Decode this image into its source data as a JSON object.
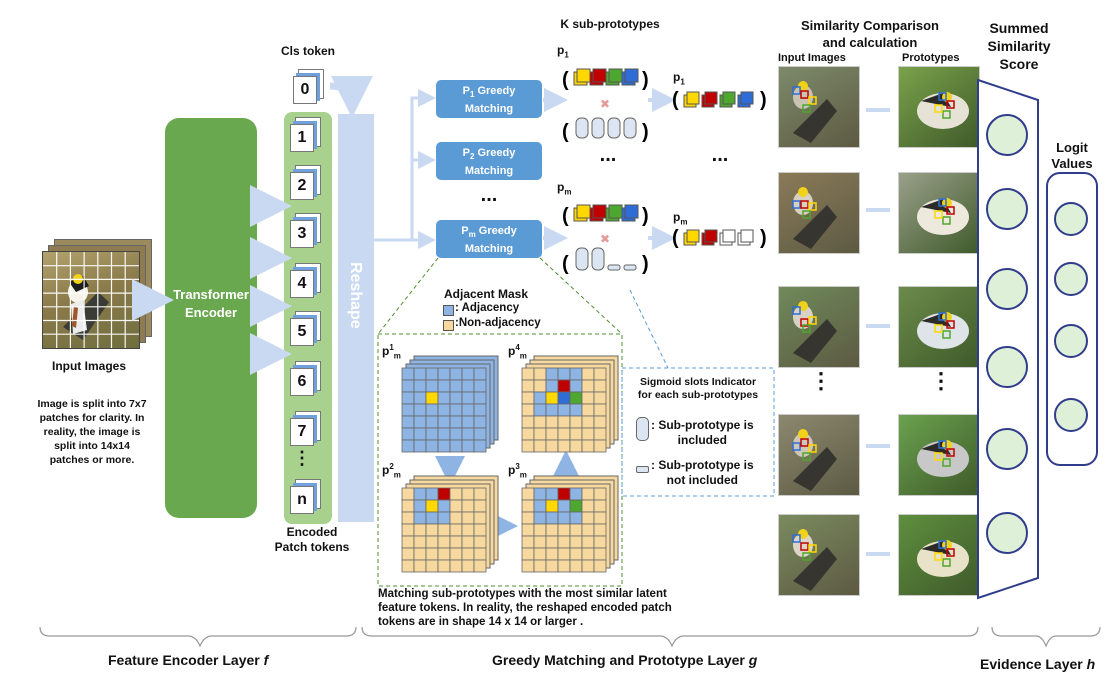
{
  "colors": {
    "encoder_green": "#6aa84f",
    "token_panel_green": "#a9d18e",
    "reshape_blue": "#c9d9f2",
    "greedy_blue": "#5b9bd5",
    "adjacency_blue": "#8eb4e3",
    "non_adjacency_tan": "#f7d9a0",
    "yellow": "#ffd800",
    "red": "#c00000",
    "green": "#4ea72e",
    "blue": "#2e6dd8",
    "ellipse_fill": "#dff0d8",
    "evidence_border": "#2f3d8c"
  },
  "input": {
    "label": "Input Images",
    "caption": [
      "Image is split into 7x7",
      "patches for clarity. In",
      "reality, the image is",
      "split into 14x14",
      "patches or more."
    ]
  },
  "encoder": {
    "label_line1": "Transformer",
    "label_line2": "Encoder"
  },
  "cls": {
    "label": "Cls token",
    "index": "0"
  },
  "tokens": {
    "items": [
      "1",
      "2",
      "3",
      "4",
      "5",
      "6",
      "7",
      "⋮",
      "n"
    ],
    "label_line1": "Encoded",
    "label_line2": "Patch tokens"
  },
  "reshape": {
    "label": "Reshape"
  },
  "greedy": {
    "p1_line1": "P",
    "p1_sub": "1",
    "p1_rest": " Greedy",
    "p1_line2": "Matching",
    "p2_line1": "P",
    "p2_sub": "2",
    "p2_rest": " Greedy",
    "p2_line2": "Matching",
    "pm_line1": "P",
    "pm_sub": "m",
    "pm_rest": " Greedy",
    "pm_line2": "Matching",
    "dots": "..."
  },
  "subproto": {
    "title": "K sub-prototypes",
    "p1": "p",
    "p1_sub": "1",
    "pm": "p",
    "pm_sub": "m",
    "dots": "...",
    "cross": "✖"
  },
  "mask": {
    "title": "Adjacent Mask",
    "adjacency": ": Adjacency",
    "non_adjacency": ":Non-adjacency",
    "grid_p1": "p",
    "grid_p1_sup": "1",
    "grid_p1_sub": "m",
    "grid_p2": "p",
    "grid_p2_sup": "2",
    "grid_p2_sub": "m",
    "grid_p3": "p",
    "grid_p3_sup": "3",
    "grid_p3_sub": "m",
    "grid_p4": "p",
    "grid_p4_sup": "4",
    "grid_p4_sub": "m",
    "caption": [
      "Matching sub-prototypes with the most similar latent",
      "feature tokens. In reality, the reshaped encoded patch",
      "tokens are in shape 14 x 14 or larger ."
    ]
  },
  "sigmoid": {
    "title_line1": "Sigmoid slots Indicator",
    "title_line2": "for each sub-prototypes",
    "included_line1": ": Sub-prototype is",
    "included_line2": "included",
    "excluded_line1": ": Sub-prototype is",
    "excluded_line2": "not included"
  },
  "similarity": {
    "title_line1": "Similarity Comparison",
    "title_line2": "and calculation",
    "input_images": "Input Images",
    "prototypes": "Prototypes",
    "dots": "⋮"
  },
  "evidence": {
    "title_line1": "Summed",
    "title_line2": "Similarity",
    "title_line3": "Score",
    "logit_line1": "Logit",
    "logit_line2": "Values"
  },
  "layers": {
    "feature": "Feature Encoder Layer",
    "feature_sym": "f",
    "greedy": "Greedy Matching and Prototype Layer",
    "greedy_sym": "g",
    "evidence": "Evidence Layer",
    "evidence_sym": "h"
  }
}
